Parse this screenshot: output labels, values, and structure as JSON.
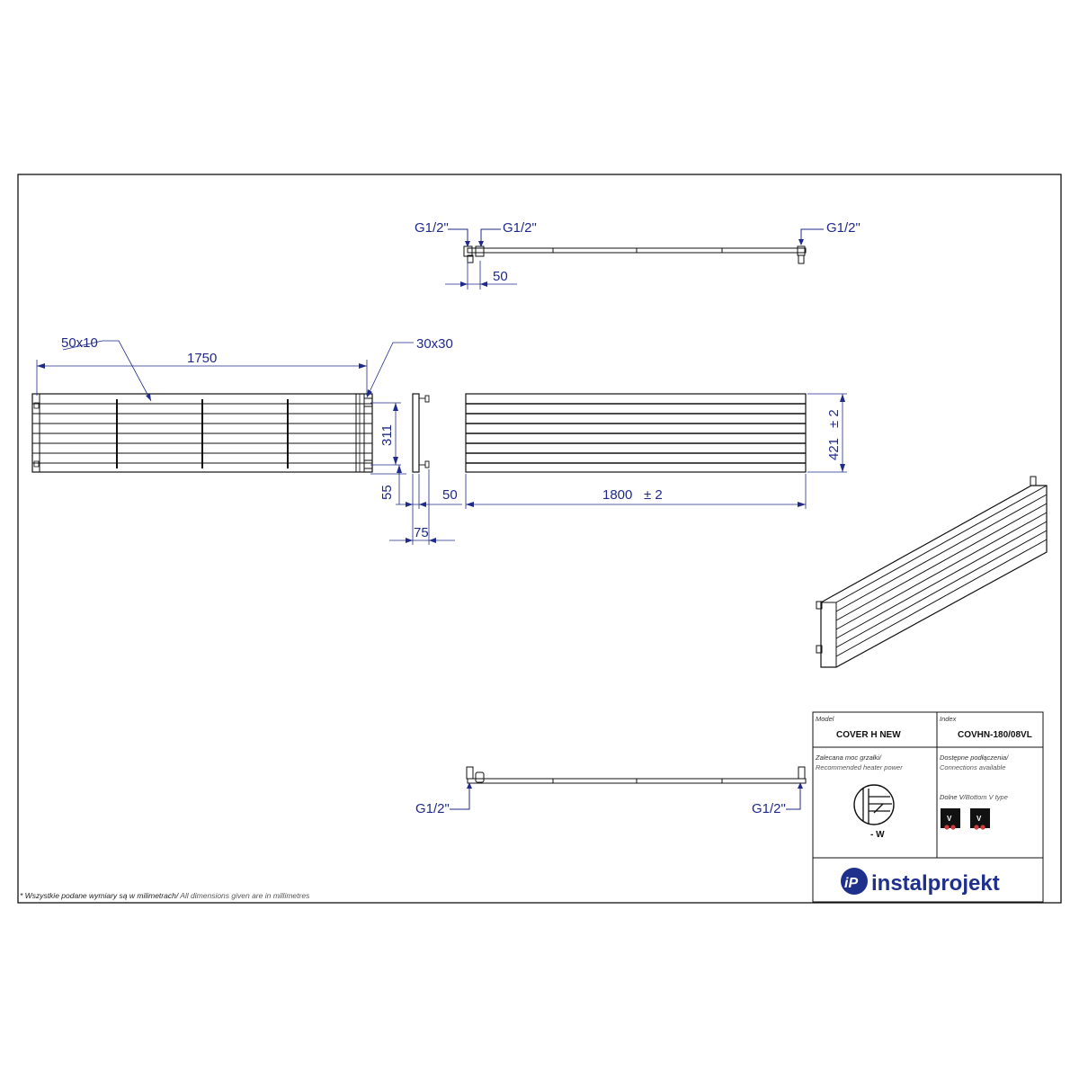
{
  "dimensions": {
    "g12": "G1/2\"",
    "pipe_offset": "50",
    "flat_bar": "50x10",
    "header_profile": "30x30",
    "mount_span": "1750",
    "bracket_height": "311",
    "wall_55": "55",
    "side_50": "50",
    "depth_75": "75",
    "width_total": "1800",
    "width_tol": "± 2",
    "height_total": "421",
    "height_tol": "± 2"
  },
  "footnote": {
    "pl": "* Wszystkie podane wymiary są w milimetrach/",
    "en": " All dimensions given are in millimetres"
  },
  "title_block": {
    "model_label": "Model",
    "model_value": "COVER H NEW",
    "index_label": "Index",
    "index_value": "COVHN-180/08VL",
    "power_label_pl": "Zalecana moc grzałki/",
    "power_label_en": "Recommended heater power",
    "power_value": "- W",
    "connections_label_pl": "Dostępne podłączenia/",
    "connections_label_en": "Connections available",
    "connection_type_pl": "Dolne V/",
    "connection_type_en": "Bottom V type",
    "connection_icon_1": "V",
    "connection_icon_2": "V",
    "brand": "instalprojekt",
    "brand_mark": "iP"
  },
  "colors": {
    "outline": "#111111",
    "dimension": "#1f2a8a",
    "brand": "#1f2f8c"
  }
}
